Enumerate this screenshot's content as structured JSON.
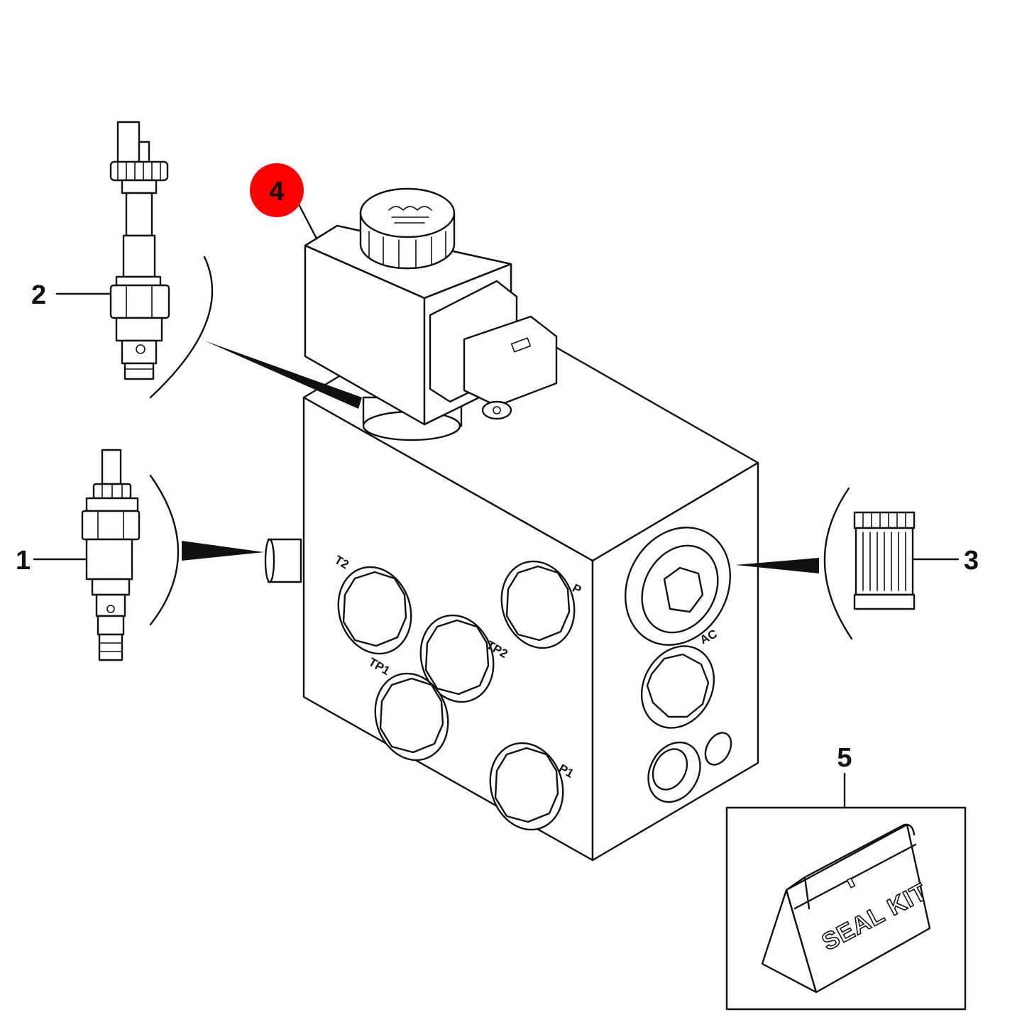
{
  "callouts": {
    "c1": "1",
    "c2": "2",
    "c3": "3",
    "c4": "4",
    "c5": "5"
  },
  "ports": {
    "t2": "T2",
    "tp1": "TP1",
    "tp2": "TP2",
    "p": "P",
    "p1": "P1",
    "ac": "AC"
  },
  "seal_kit_label": "SEAL KIT",
  "colors": {
    "highlight": "#ff0000",
    "line": "#111111",
    "background": "#ffffff"
  }
}
